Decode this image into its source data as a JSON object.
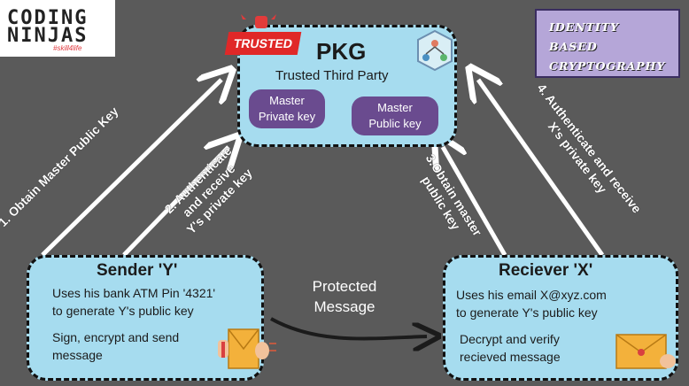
{
  "logo": {
    "line1": "CODING",
    "line2": "NINJAS",
    "tagline": "#skill4life"
  },
  "title_box": {
    "line1": "IDENTITY",
    "line2": "BASED",
    "line3": "CRYPTOGRAPHY"
  },
  "pkg": {
    "badge": "TRUSTED",
    "title": "PKG",
    "subtitle": "Trusted Third Party",
    "key1": [
      "Master",
      "Private key"
    ],
    "key2": [
      "Master",
      "Public key"
    ]
  },
  "sender": {
    "title": "Sender 'Y'",
    "line1": "Uses his bank ATM Pin '4321'",
    "line2": "to generate Y's public key",
    "line3": "Sign, encrypt and send",
    "line4": "message"
  },
  "receiver": {
    "title": "Reciever 'X'",
    "line1": "Uses his email X@xyz.com",
    "line2": "to generate Y's public key",
    "line3": "Decrypt and verify",
    "line4": "recieved message"
  },
  "arrows": {
    "a1": "1. Obtain Master Public Key",
    "a2": [
      "2. Authenticate",
      "and receive",
      "Y's private key"
    ],
    "a3": [
      "3.Obtain master",
      "public key"
    ],
    "a4": [
      "4. Authenticate and receive",
      "X's private key"
    ],
    "protected": [
      "Protected",
      "Message"
    ]
  }
}
